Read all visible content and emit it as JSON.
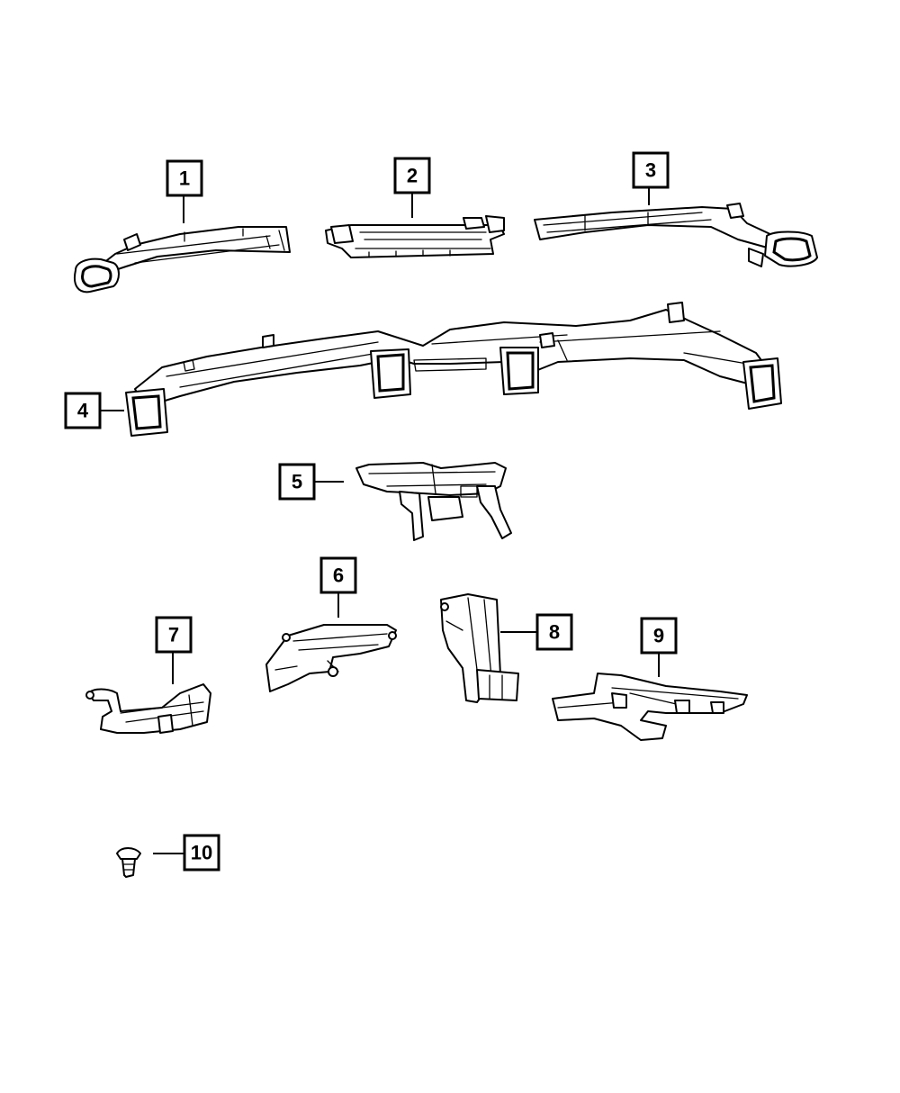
{
  "diagram": {
    "colors": {
      "line": "#000000",
      "background": "#ffffff"
    },
    "callouts": [
      {
        "id": "1",
        "label": "1"
      },
      {
        "id": "2",
        "label": "2"
      },
      {
        "id": "3",
        "label": "3"
      },
      {
        "id": "4",
        "label": "4"
      },
      {
        "id": "5",
        "label": "5"
      },
      {
        "id": "6",
        "label": "6"
      },
      {
        "id": "7",
        "label": "7"
      },
      {
        "id": "8",
        "label": "8"
      },
      {
        "id": "9",
        "label": "9"
      },
      {
        "id": "10",
        "label": "10"
      }
    ]
  }
}
